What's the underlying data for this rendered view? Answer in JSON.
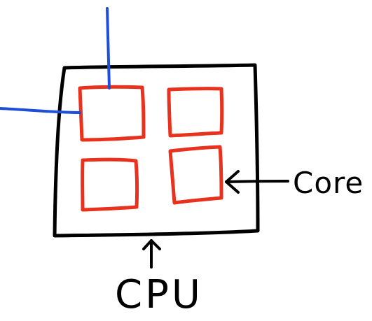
{
  "diagram": {
    "labels": {
      "cpu": "CPU",
      "core": "Core"
    },
    "colors": {
      "background": "#ffffff",
      "outline": "#000000",
      "core": "#e8321e",
      "wire": "#1f4fd8"
    },
    "cores": [
      {
        "id": "core-top-left"
      },
      {
        "id": "core-top-right"
      },
      {
        "id": "core-bottom-left"
      },
      {
        "id": "core-bottom-right"
      }
    ]
  }
}
